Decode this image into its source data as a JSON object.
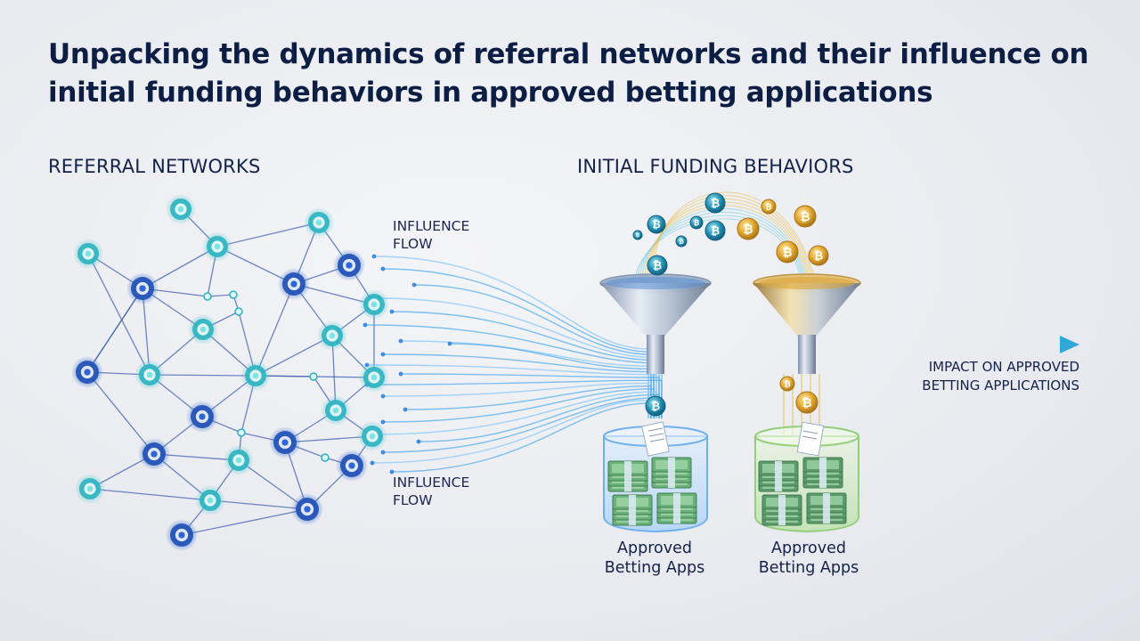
{
  "title": "Unpacking the dynamics of referral networks and their influence on initial funding behaviors in approved betting applications",
  "labels": {
    "referral_networks": "REFERRAL NETWORKS",
    "initial_funding": "INITIAL FUNDING BEHAVIORS",
    "influence_flow_top_line1": "INFLUENCE",
    "influence_flow_top_line2": "FLOW",
    "influence_flow_bottom_line1": "INFLUENCE",
    "influence_flow_bottom_line2": "FLOW",
    "impact_line1": "IMPACT ON APPROVED",
    "impact_line2": "BETTING APPLICATIONS",
    "app1_line1": "Approved",
    "app1_line2": "Betting Apps",
    "app2_line1": "Approved",
    "app2_line2": "Betting Apps"
  },
  "coin_symbol": "₿",
  "colors": {
    "title": "#0d1e45",
    "node_dark": "#1f4fb4",
    "node_teal": "#2bb3c0",
    "flow": "#4aa8f0",
    "gold": "#e0a52a",
    "teal_coin": "#1f8fb0",
    "arrow": "#1e3d8f"
  },
  "icons": [
    "network-node-icon",
    "funnel-icon",
    "bitcoin-coin-icon",
    "cash-stack-icon",
    "receipt-icon",
    "arrow-right-icon"
  ]
}
